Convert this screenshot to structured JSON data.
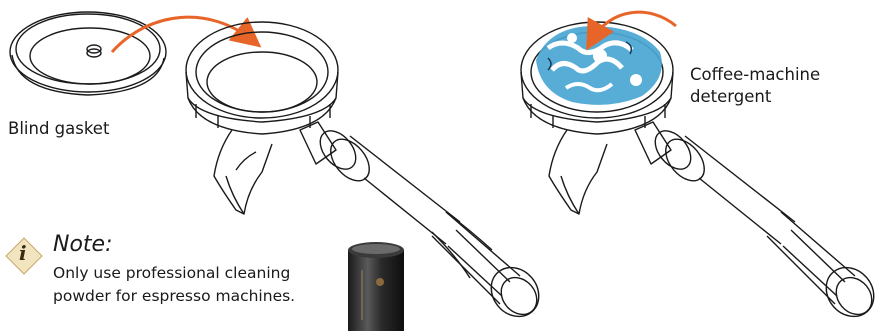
{
  "labels": {
    "blind_gasket": "Blind gasket",
    "detergent_line1": "Coffee-machine",
    "detergent_line2": "detergent"
  },
  "note": {
    "icon_letter": "i",
    "title": "Note:",
    "body_line1": "Only use professional cleaning",
    "body_line2": "powder for espresso machines."
  },
  "colors": {
    "arrow": "#e8652a",
    "line": "#1a1a1a",
    "info_icon": "#f3e4c0",
    "detergent": "#4aa6d4"
  },
  "icons": [
    "blind-gasket",
    "portafilter",
    "portafilter-with-detergent",
    "cleaning-powder-container",
    "info-icon",
    "arrow"
  ]
}
